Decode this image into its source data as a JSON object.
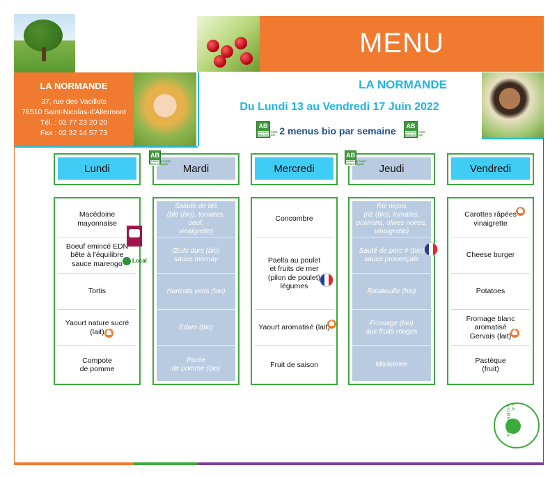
{
  "header": {
    "menu_title": "MENU",
    "restaurant": "LA NORMANDE",
    "dates": "Du Lundi 13 au Vendredi 17 Juin 2022",
    "bio_notice": "2 menus bio par semaine",
    "accent_orange": "#f07b30",
    "accent_cyan": "#21b8e6",
    "accent_green": "#3daa3e"
  },
  "contact": {
    "name": "LA NORMANDE",
    "address1": "37, rue des Vacillots",
    "address2": "76510 Saint-Nicolas-d'Allermont",
    "phone": "Tél. : 02 77 23 20 20",
    "fax": "Fax : 02 32 14 57 73"
  },
  "logos": {
    "bio": "AB",
    "bio_small": "AGRICULTURE BIOLOGIQUE",
    "local": "Local",
    "edn": "EDN",
    "brand": "LA NORMANDE"
  },
  "days": [
    {
      "name": "Lundi",
      "bio": false,
      "items": [
        "Macédoine\nmayonnaise",
        "Boeuf emincé EDN\nbête à l'équilibre\nsauce marengo",
        "Tortis",
        "Yaourt nature sucré\n(lait)",
        "Compote\nde pomme"
      ]
    },
    {
      "name": "Mardi",
      "bio": true,
      "items": [
        "Salade de blé\n(blé (bio), tomates, oeuf,\nvinaigrette)",
        "Œufs durs (bio)\nsauce mornay",
        "Haricots verts (bio)",
        "Edam (bio)",
        "Purée\nde pomme (bio)"
      ]
    },
    {
      "name": "Mercredi",
      "bio": false,
      "items": [
        "Concombre",
        "Paella au poulet\net fruits de mer\n(pilon de poulet)\nlégumes",
        "Yaourt aromatisé (lait)",
        "Fruit de saison"
      ]
    },
    {
      "name": "Jeudi",
      "bio": true,
      "items": [
        "Riz niçois\n(riz (bio), tomates,\npoivrons, olives noires,\nvinaigrette)",
        "Sauté de porc # (bio)\nsauce provençale",
        "Ratatouille (bio)",
        "Fromage (bio)\naux fruits rouges",
        "Madeleine"
      ]
    },
    {
      "name": "Vendredi",
      "bio": false,
      "items": [
        "Carottes râpées\nvinaigrette",
        "Cheese burger",
        "Potatoes",
        "Fromage blanc aromatisé\nGervais (lait)",
        "Pastèque\n(fruit)"
      ]
    }
  ]
}
